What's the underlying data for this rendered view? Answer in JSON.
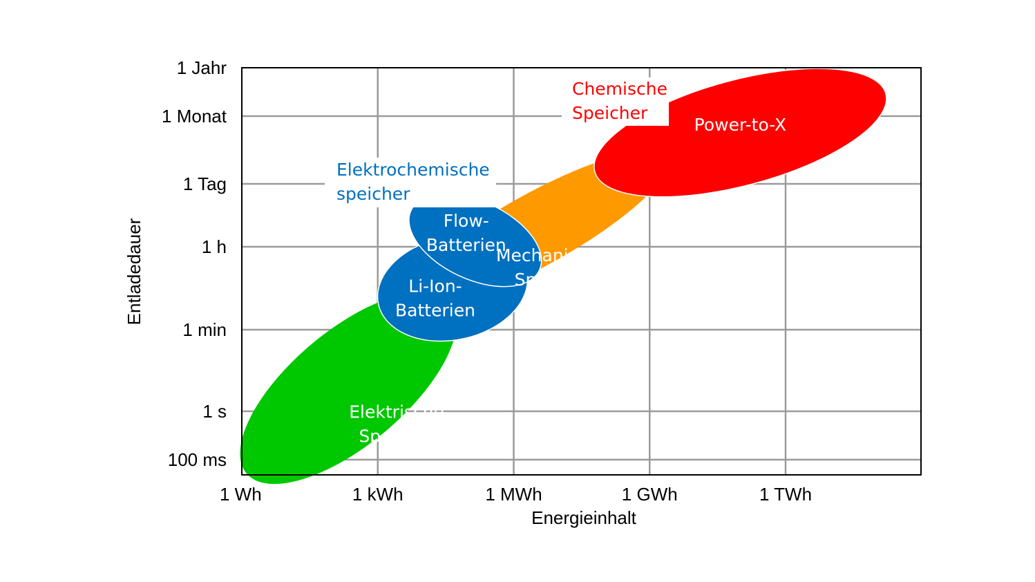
{
  "chart_data": {
    "type": "region-map",
    "xlabel": "Energieinhalt",
    "ylabel": "Entladedauer",
    "x_scale": "log",
    "y_scale": "log",
    "grid": true,
    "x_ticks": [
      {
        "label": "1 Wh",
        "value_wh": 1
      },
      {
        "label": "1 kWh",
        "value_wh": 1000
      },
      {
        "label": "1 MWh",
        "value_wh": 1000000
      },
      {
        "label": "1 GWh",
        "value_wh": 1000000000
      },
      {
        "label": "1 TWh",
        "value_wh": 1000000000000
      }
    ],
    "y_ticks": [
      {
        "label": "100 ms",
        "value_s": 0.1
      },
      {
        "label": "1 s",
        "value_s": 1
      },
      {
        "label": "1 min",
        "value_s": 60
      },
      {
        "label": "1 h",
        "value_s": 3600
      },
      {
        "label": "1 Tag",
        "value_s": 86400
      },
      {
        "label": "1 Monat",
        "value_s": 2592000
      },
      {
        "label": "1 Jahr",
        "value_s": 31536000
      }
    ],
    "regions": [
      {
        "id": "elektrische",
        "label_lines": [
          "Elektrische",
          "Speicher"
        ],
        "color": "#00c800",
        "label_color": "#ffffff",
        "energy_range_wh": [
          1,
          50000
        ],
        "duration_range_s": [
          0.05,
          240
        ]
      },
      {
        "id": "mechanische",
        "label_lines": [
          "Mechanische",
          "Speicher"
        ],
        "color": "#ff9900",
        "label_color": "#ffffff",
        "energy_range_wh": [
          10000,
          1000000000
        ],
        "duration_range_s": [
          30,
          2592000
        ]
      },
      {
        "id": "power-to-x",
        "label_lines": [
          "Power-to-X"
        ],
        "color": "#ff0000",
        "label_color": "#ffffff",
        "energy_range_wh": [
          100000000,
          100000000000000
        ],
        "duration_range_s": [
          43200,
          31536000
        ]
      },
      {
        "id": "li-ion",
        "label_lines": [
          "Li-Ion-",
          "Batterien"
        ],
        "color": "#0070c0",
        "label_color": "#ffffff",
        "energy_range_wh": [
          2000,
          1000000
        ],
        "duration_range_s": [
          30,
          7200
        ]
      },
      {
        "id": "flow",
        "label_lines": [
          "Flow-",
          "Batterien"
        ],
        "color": "#0070c0",
        "label_color": "#ffffff",
        "energy_range_wh": [
          10000,
          2000000
        ],
        "duration_range_s": [
          600,
          43200
        ]
      }
    ],
    "annotations": [
      {
        "id": "elektrochemische",
        "label_lines": [
          "Elektrochemische",
          "speicher"
        ],
        "color": "#0070c0"
      },
      {
        "id": "chemische",
        "label_lines": [
          "Chemische",
          "Speicher"
        ],
        "color": "#ff0000"
      }
    ]
  }
}
